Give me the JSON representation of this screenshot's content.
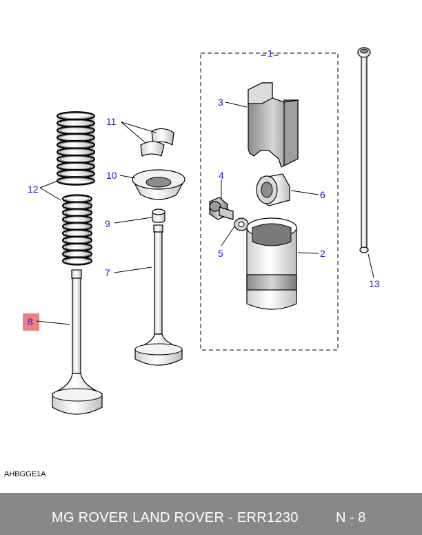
{
  "callouts": {
    "c1": "1",
    "c2": "2",
    "c3": "3",
    "c4": "4",
    "c5": "5",
    "c6": "6",
    "c7": "7",
    "c8": "8",
    "c9": "9",
    "c10": "10",
    "c11": "11",
    "c12": "12",
    "c13": "13"
  },
  "highlight_color": "#f08080",
  "callout_color": "#1a1ad6",
  "figure_id": "AHBGGE1A",
  "footer": {
    "title": "MG ROVER LAND ROVER - ERR1230",
    "page": "N - 8"
  }
}
